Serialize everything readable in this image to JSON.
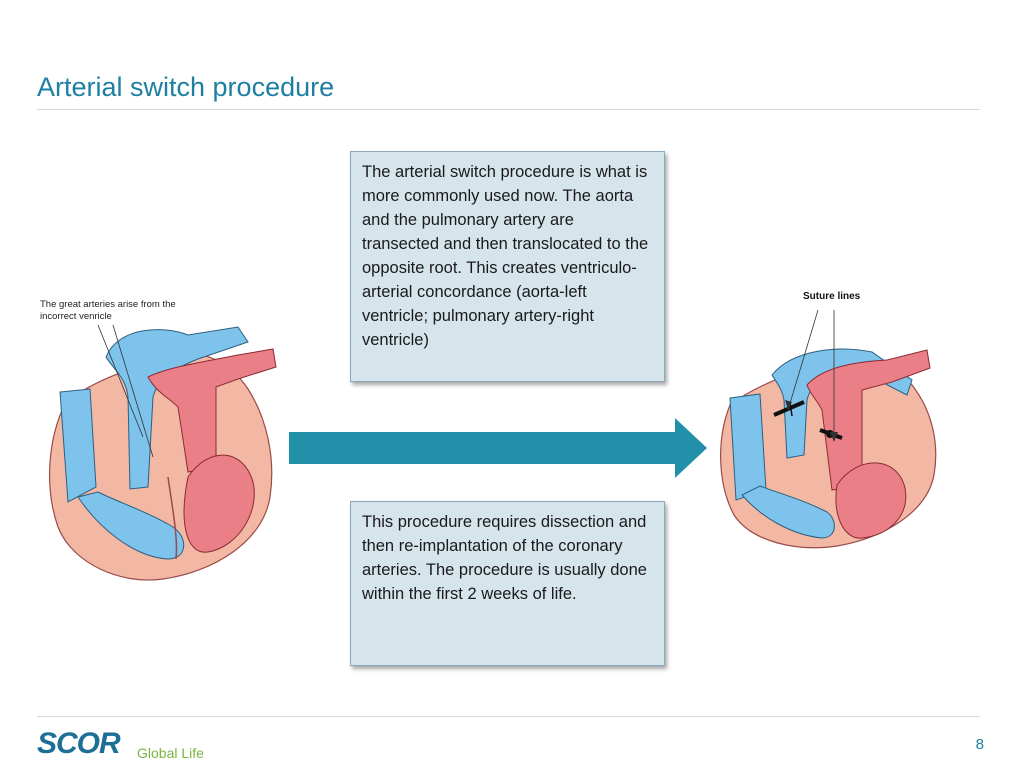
{
  "slide": {
    "title": "Arterial switch procedure",
    "page_number": "8"
  },
  "boxes": {
    "box1": "The arterial switch procedure is what is more commonly used now. The aorta and the pulmonary artery are transected and then translocated to the opposite root.  This creates ventriculo-arterial concordance (aorta-left ventricle; pulmonary artery-right ventricle)",
    "box2": "This procedure requires dissection and then re-implantation of the coronary arteries.  The procedure is usually done within the first 2 weeks of life."
  },
  "figures": {
    "left_label": "The great arteries arise from the incorrect venricle",
    "right_label": "Suture lines"
  },
  "logo": {
    "brand": "SCOR",
    "tagline": "Global Life"
  },
  "colors": {
    "accent": "#1e7fa2",
    "arrow": "#2190a8",
    "textbox_bg": "#d6e4ec",
    "blood_blue": "#7ec3ec",
    "blood_red": "#ea7f88",
    "tissue": "#f3b8a4"
  }
}
